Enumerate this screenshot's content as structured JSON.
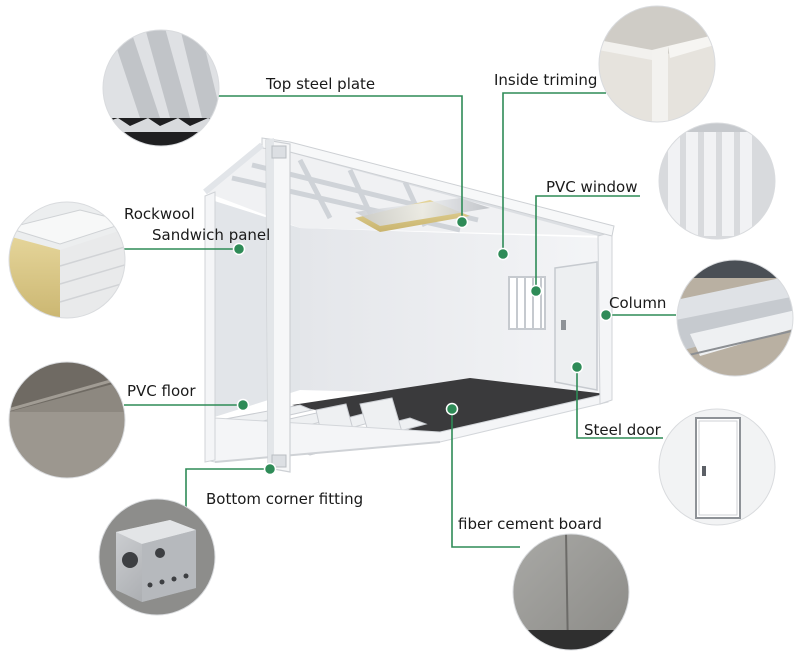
{
  "labels": {
    "top_steel_plate": "Top steel plate",
    "inside_triming": "Inside triming",
    "pvc_window": "PVC window",
    "rockwool": "Rockwool",
    "sandwich_panel": "Sandwich panel",
    "column": "Column",
    "pvc_floor": "PVC floor",
    "steel_door": "Steel door",
    "bottom_corner_fitting": "Bottom corner fitting",
    "fiber_cement_board": "fiber cement board"
  },
  "colors": {
    "leader_line": "#2e8b57",
    "frame": "#f4f5f7",
    "floor": "#3a3a3c",
    "wall": "#e9ebee"
  }
}
